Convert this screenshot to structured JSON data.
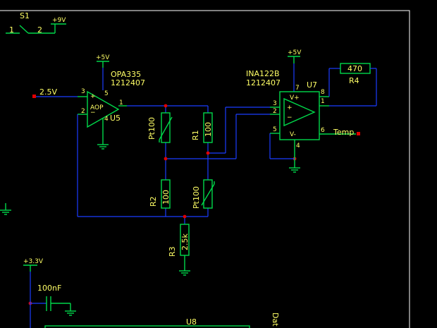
{
  "switch": {
    "ref": "S1",
    "pin1": "1",
    "pin2": "2",
    "supply": "+9V"
  },
  "u5": {
    "supply": "+5V",
    "type": "OPA335",
    "code": "1212407",
    "body": "AOP",
    "ref": "U5",
    "pin_in_plus": "3",
    "pin_in_minus": "2",
    "pin_vplus": "5",
    "pin_gnd": "4",
    "pin_out": "1",
    "input_label": "2.5V"
  },
  "u7": {
    "supply": "+5V",
    "type": "INA122B",
    "code": "1212407",
    "ref": "U7",
    "vplus": "V+",
    "vminus": "V-",
    "pin_vplus": "7",
    "pin_rg": "8",
    "pin_rg2": "1",
    "pin_in_plus": "3",
    "pin_in_minus": "2",
    "pin_ref": "5",
    "pin_gnd": "4",
    "pin_out": "6",
    "output_label": "Temp"
  },
  "resistors": {
    "pt100_a": {
      "ref": "Pt100"
    },
    "r1": {
      "ref": "R1",
      "value": "100"
    },
    "r2": {
      "ref": "R2",
      "value": "100"
    },
    "pt100_b": {
      "ref": "Pt100"
    },
    "r3": {
      "ref": "R3",
      "value": "2.5k"
    },
    "r4": {
      "ref": "R4",
      "value": "470"
    }
  },
  "lower": {
    "supply": "+3.3V",
    "cap_value": "100nF",
    "ic_ref": "U8",
    "cut_text": "Dat"
  },
  "colors": {
    "background": "#000000",
    "wire": "#1a3cff",
    "part": "#00d84a",
    "label": "#ffff66",
    "junction": "#e00000",
    "frame": "#ffffff"
  }
}
